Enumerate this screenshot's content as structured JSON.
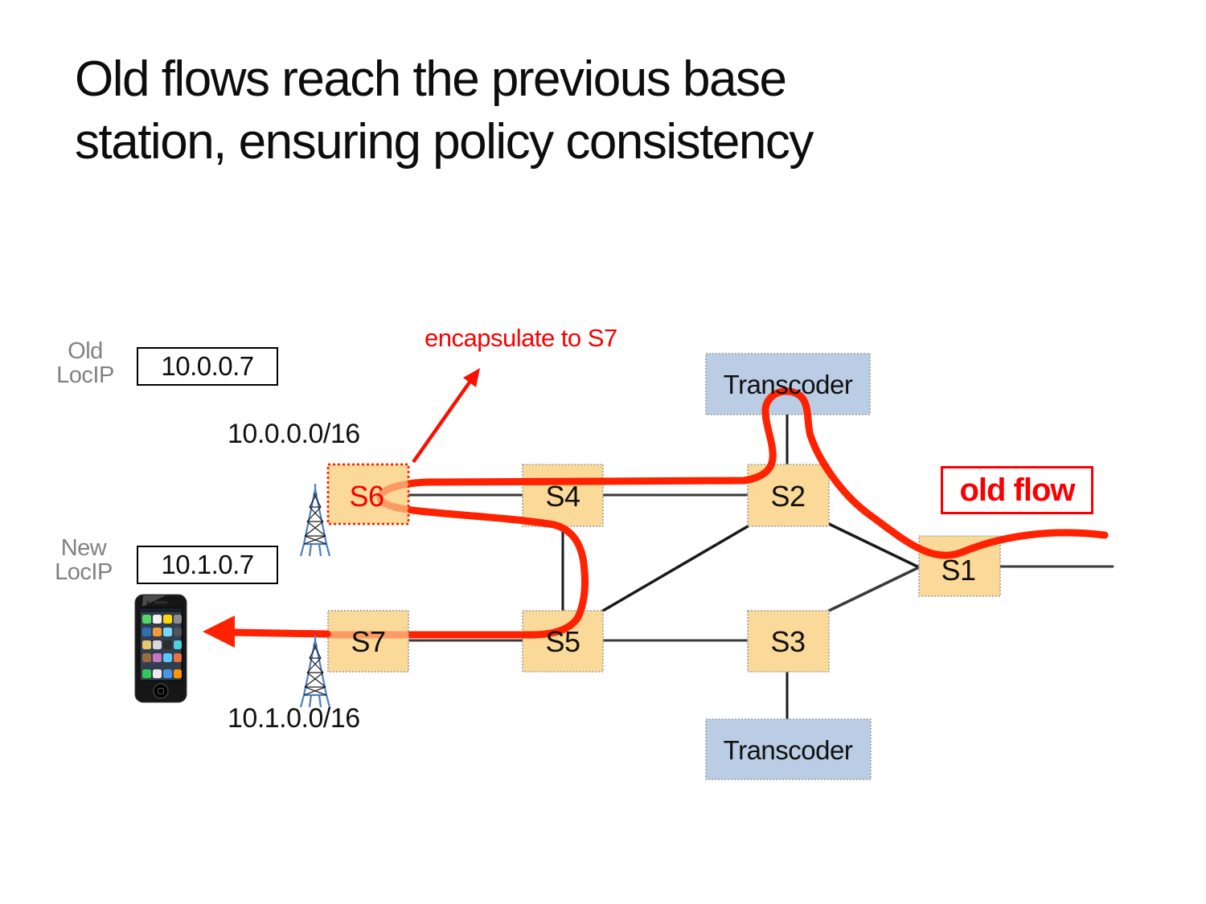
{
  "title": {
    "line1": "Old flows reach the previous base",
    "line2": "station, ensuring policy consistency"
  },
  "annotations": {
    "old_locip_line1": "Old",
    "old_locip_line2": "LocIP",
    "old_locip_value": "10.0.0.7",
    "new_locip_line1": "New",
    "new_locip_line2": "LocIP",
    "new_locip_value": "10.1.0.7",
    "old_subnet": "10.0.0.0/16",
    "new_subnet": "10.1.0.0/16",
    "encapsulate_note": "encapsulate to S7",
    "old_flow_legend": "old flow"
  },
  "nodes": {
    "s1": "S1",
    "s2": "S2",
    "s3": "S3",
    "s4": "S4",
    "s5": "S5",
    "s6": "S6",
    "s7": "S7",
    "transcoder_top": "Transcoder",
    "transcoder_bottom": "Transcoder"
  },
  "colors": {
    "switch_fill": "#FBD999",
    "switch_border": "#A0A0A0",
    "highlighted_switch_border": "#FF2200",
    "transcoder_fill": "#BACDE4",
    "flow_red": "#FF2200",
    "accent_red": "#FA0000",
    "link_dark": "#1a1a1a",
    "link_gray": "#3a3a3a",
    "label_gray": "#818181",
    "tower_blue": "#4a7ebc"
  }
}
